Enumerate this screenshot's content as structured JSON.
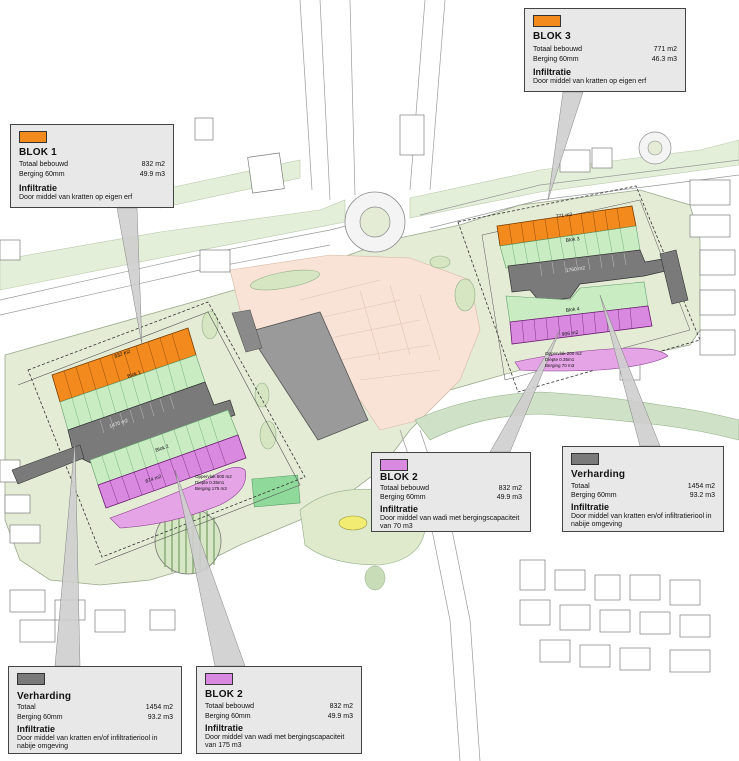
{
  "colors": {
    "orange": "#f28a1e",
    "grey": "#7a7a7a",
    "pink": "#d98ae0",
    "green": "#c9ecc3",
    "park": "#e5ecd6",
    "plaza": "#f8e3d6",
    "road": "#f3f3f3"
  },
  "callouts": {
    "blok3": {
      "title": "BLOK 3",
      "row1_label": "Totaal bebouwd",
      "row1_value": "771 m2",
      "row2_label": "Berging 60mm",
      "row2_value": "46.3 m3",
      "inf_title": "Infiltratie",
      "desc": "Door middel van kratten op eigen erf"
    },
    "blok1": {
      "title": "BLOK 1",
      "row1_label": "Totaal bebouwd",
      "row1_value": "832 m2",
      "row2_label": "Berging 60mm",
      "row2_value": "49.9 m3",
      "inf_title": "Infiltratie",
      "desc": "Door middel van kratten op eigen erf"
    },
    "blok2_right": {
      "title": "BLOK 2",
      "row1_label": "Totaal bebouwd",
      "row1_value": "832 m2",
      "row2_label": "Berging 60mm",
      "row2_value": "49.9 m3",
      "inf_title": "Infiltratie",
      "desc": "Door middel van wadi met bergingscapaciteit van 70 m3"
    },
    "verharding_right": {
      "title": "Verharding",
      "row1_label": "Totaal",
      "row1_value": "1454 m2",
      "row2_label": "Berging 60mm",
      "row2_value": "93.2 m3",
      "inf_title": "Infiltratie",
      "desc": "Door middel van kratten en/of infiltratieriool in nabije omgeving"
    },
    "verharding_left": {
      "title": "Verharding",
      "row1_label": "Totaal",
      "row1_value": "1454 m2",
      "row2_label": "Berging 60mm",
      "row2_value": "93.2 m3",
      "inf_title": "Infiltratie",
      "desc": "Door middel van kratten en/of infiltratieriool in nabije omgeving"
    },
    "blok2_bottom": {
      "title": "BLOK 2",
      "row1_label": "Totaal bebouwd",
      "row1_value": "832 m2",
      "row2_label": "Berging 60mm",
      "row2_value": "49.9 m3",
      "inf_title": "Infiltratie",
      "desc": "Door middel van wadi met bergingscapaciteit van 175 m3"
    }
  },
  "map_labels": {
    "left_orange_area": "832 m2",
    "left_blok1": "Blok 1",
    "left_grey_area": "1470 m2",
    "left_blok2": "Blok 2",
    "left_pink_area": "874 m2",
    "left_wadi_1": "Oppervlak 500 m2",
    "left_wadi_2": "Diepte 0.35m1",
    "left_wadi_3": "Berging 175 m3",
    "right_orange_area": "771 m2",
    "right_blok3": "Blok 3",
    "right_grey_area": "1760 m2",
    "right_blok4": "Blok 4",
    "right_pink_area": "906 m2",
    "right_wadi_1": "Oppervlak 200 m2",
    "right_wadi_2": "Diepte 0.35m1",
    "right_wadi_3": "Berging 70 m3"
  }
}
